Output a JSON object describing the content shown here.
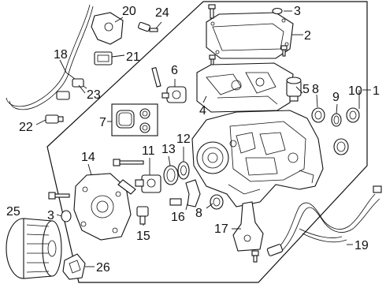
{
  "diagram": {
    "callouts": {
      "c1": "1",
      "c2": "2",
      "c3a": "3",
      "c3b": "3",
      "c4": "4",
      "c5": "5",
      "c6": "6",
      "c7": "7",
      "c8a": "8",
      "c8b": "8",
      "c9": "9",
      "c10": "10",
      "c11": "11",
      "c12": "12",
      "c13": "13",
      "c14": "14",
      "c15": "15",
      "c16": "16",
      "c17": "17",
      "c18": "18",
      "c19": "19",
      "c20": "20",
      "c21": "21",
      "c22": "22",
      "c23": "23",
      "c24": "24",
      "c25": "25",
      "c26": "26"
    }
  }
}
